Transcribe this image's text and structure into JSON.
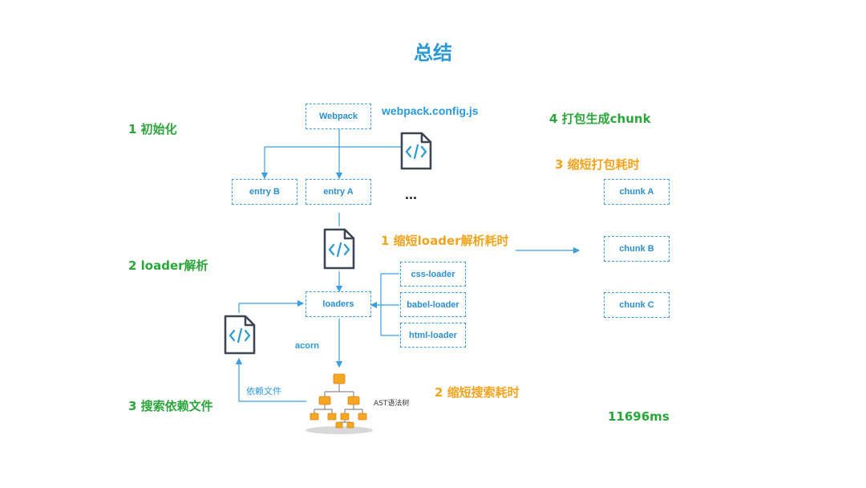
{
  "title": "总结",
  "stages": {
    "init": "1 初始化",
    "loader_parse": "2 loader解析",
    "search_deps": "3 搜索依赖文件",
    "pack_chunk": "4 打包生成chunk"
  },
  "optimizations": {
    "loader": "1 缩短loader解析耗时",
    "search": "2 缩短搜索耗时",
    "pack": "3 缩短打包耗时"
  },
  "config_label": "webpack.config.js",
  "ellipsis": "...",
  "boxes": {
    "webpack": "Webpack",
    "entry_a": "entry A",
    "entry_b": "entry B",
    "loaders": "loaders",
    "css_loader": "css-loader",
    "babel_loader": "babel-loader",
    "html_loader": "html-loader",
    "chunk_a": "chunk A",
    "chunk_b": "chunk  B",
    "chunk_c": "chunk C"
  },
  "edge_labels": {
    "acorn": "acorn",
    "deps": "依赖文件",
    "ast": "AST语法树"
  },
  "timing": "11696ms",
  "colors": {
    "title": "#2a9ad6",
    "stage": "#2aa63a",
    "optimization": "#f3a31c",
    "line": "#3a9ee0",
    "tree": "#f5a623"
  },
  "icons": [
    "code-file-icon",
    "ast-tree-icon"
  ]
}
